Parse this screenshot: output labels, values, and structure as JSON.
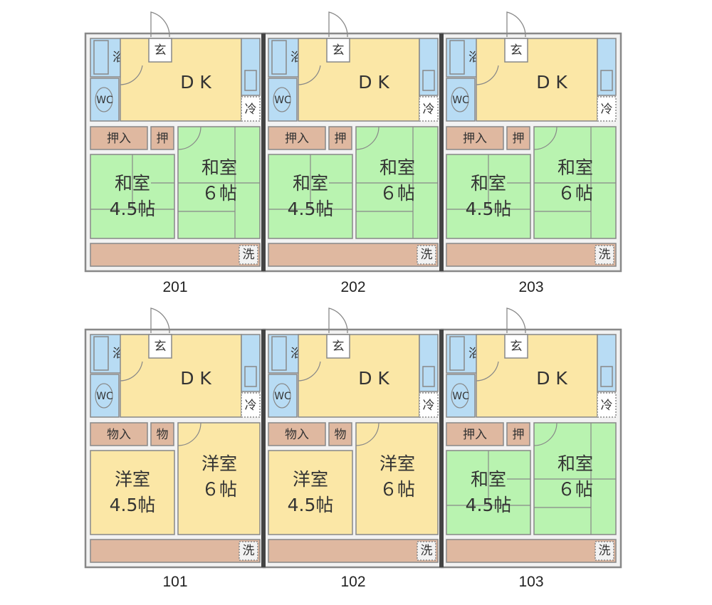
{
  "labels": {
    "bath": "浴室",
    "entrance": "玄",
    "dk": "D K",
    "wc": "WC",
    "fridge": "冷",
    "washer": "洗",
    "closet_oshiire": "押入",
    "closet_oshi": "押",
    "storage_monoire": "物入",
    "storage_mono": "物",
    "room_wa": "和室",
    "room_yo": "洋室",
    "size_small": "4.5帖",
    "size_large": "６帖"
  },
  "units": [
    {
      "id": "201",
      "label": "201",
      "room_type": "wa",
      "storage": "oshiire"
    },
    {
      "id": "202",
      "label": "202",
      "room_type": "wa",
      "storage": "oshiire"
    },
    {
      "id": "203",
      "label": "203",
      "room_type": "wa",
      "storage": "oshiire"
    },
    {
      "id": "101",
      "label": "101",
      "room_type": "yo",
      "storage": "monoire"
    },
    {
      "id": "102",
      "label": "102",
      "room_type": "yo",
      "storage": "monoire"
    },
    {
      "id": "103",
      "label": "103",
      "room_type": "wa",
      "storage": "oshiire"
    }
  ],
  "colors": {
    "wall": "#888888",
    "bath": "#b8dcf4",
    "dk": "#fbe7a6",
    "washitsu": "#b9f3b0",
    "youshitsu": "#fbe7a6",
    "closet": "#dfb8a0",
    "balcony": "#dfb8a0",
    "entrance": "#ffffff"
  }
}
